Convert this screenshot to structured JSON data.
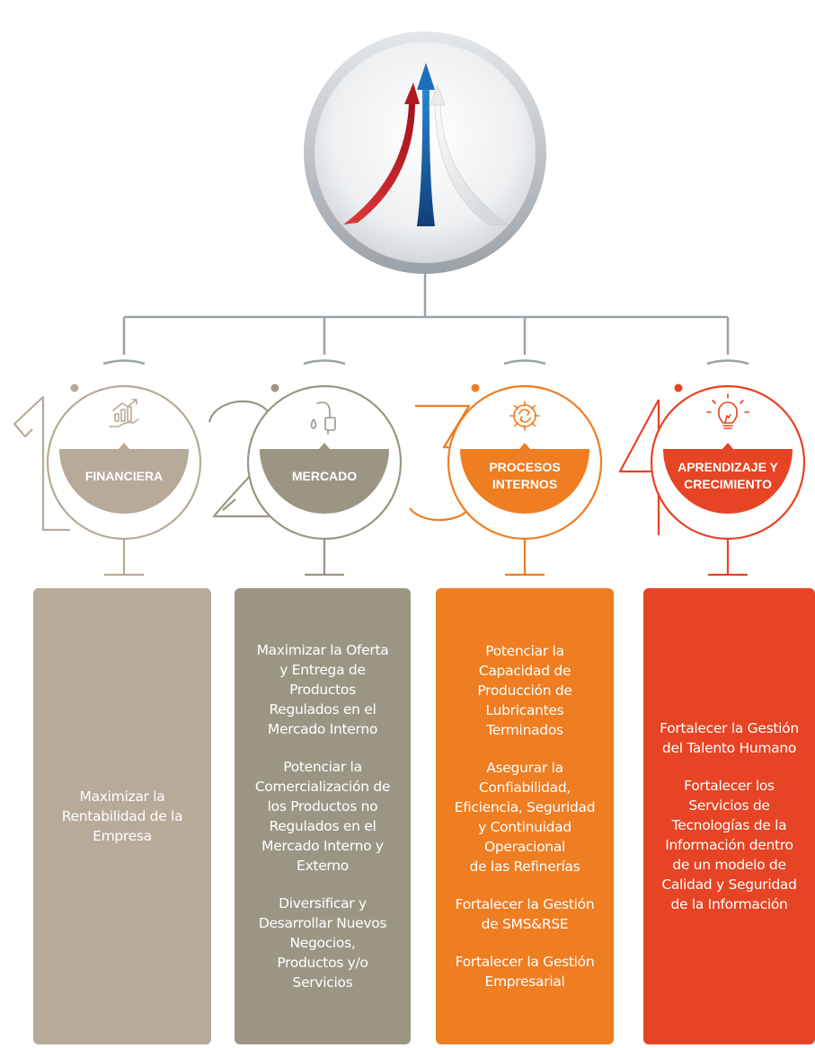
{
  "colors": {
    "financiera": "#b7aa98",
    "mercado": "#9b9684",
    "procesos": "#ef7d22",
    "aprendizaje": "#e64424",
    "connector": "#9aa3a8",
    "arrow_red": "#c8202a",
    "arrow_blue": "#1a66b0",
    "arrow_white": "#e6e6e6"
  },
  "center": {
    "icon": "rising-arrows-icon"
  },
  "perspectives": [
    {
      "number": "1",
      "icon": "money-growth-icon",
      "label": "FINANCIERA",
      "objectives": [
        "Maximizar la\nRentabilidad de la\nEmpresa"
      ]
    },
    {
      "number": "2",
      "icon": "fuel-nozzle-icon",
      "label": "MERCADO",
      "objectives": [
        "Maximizar la Oferta\ny Entrega  de\nProductos\nRegulados en el\nMercado Interno",
        "Potenciar la\nComercialización de\nlos Productos no\nRegulados en el\nMercado Interno y\nExterno",
        "Diversificar y\nDesarrollar Nuevos\nNegocios,\nProductos y/o\nServicios"
      ]
    },
    {
      "number": "3",
      "icon": "gear-cycle-icon",
      "label": "PROCESOS\nINTERNOS",
      "objectives": [
        "Potenciar la\nCapacidad de\nProducción de\nLubricantes\nTerminados",
        "Asegurar la\nConfiabilidad,\nEficiencia, Seguridad\ny Continuidad\nOperacional\nde las Refinerías",
        "Fortalecer la Gestión\nde SMS&RSE",
        "Fortalecer la Gestión\nEmpresarial"
      ]
    },
    {
      "number": "4",
      "icon": "lightbulb-icon",
      "label": "APRENDIZAJE Y\nCRECIMIENTO",
      "objectives": [
        "Fortalecer la Gestión\ndel Talento Humano",
        "Fortalecer los\nServicios de\nTecnologías de la\nInformación dentro\nde un modelo de\nCalidad y Seguridad\nde la Información"
      ]
    }
  ]
}
